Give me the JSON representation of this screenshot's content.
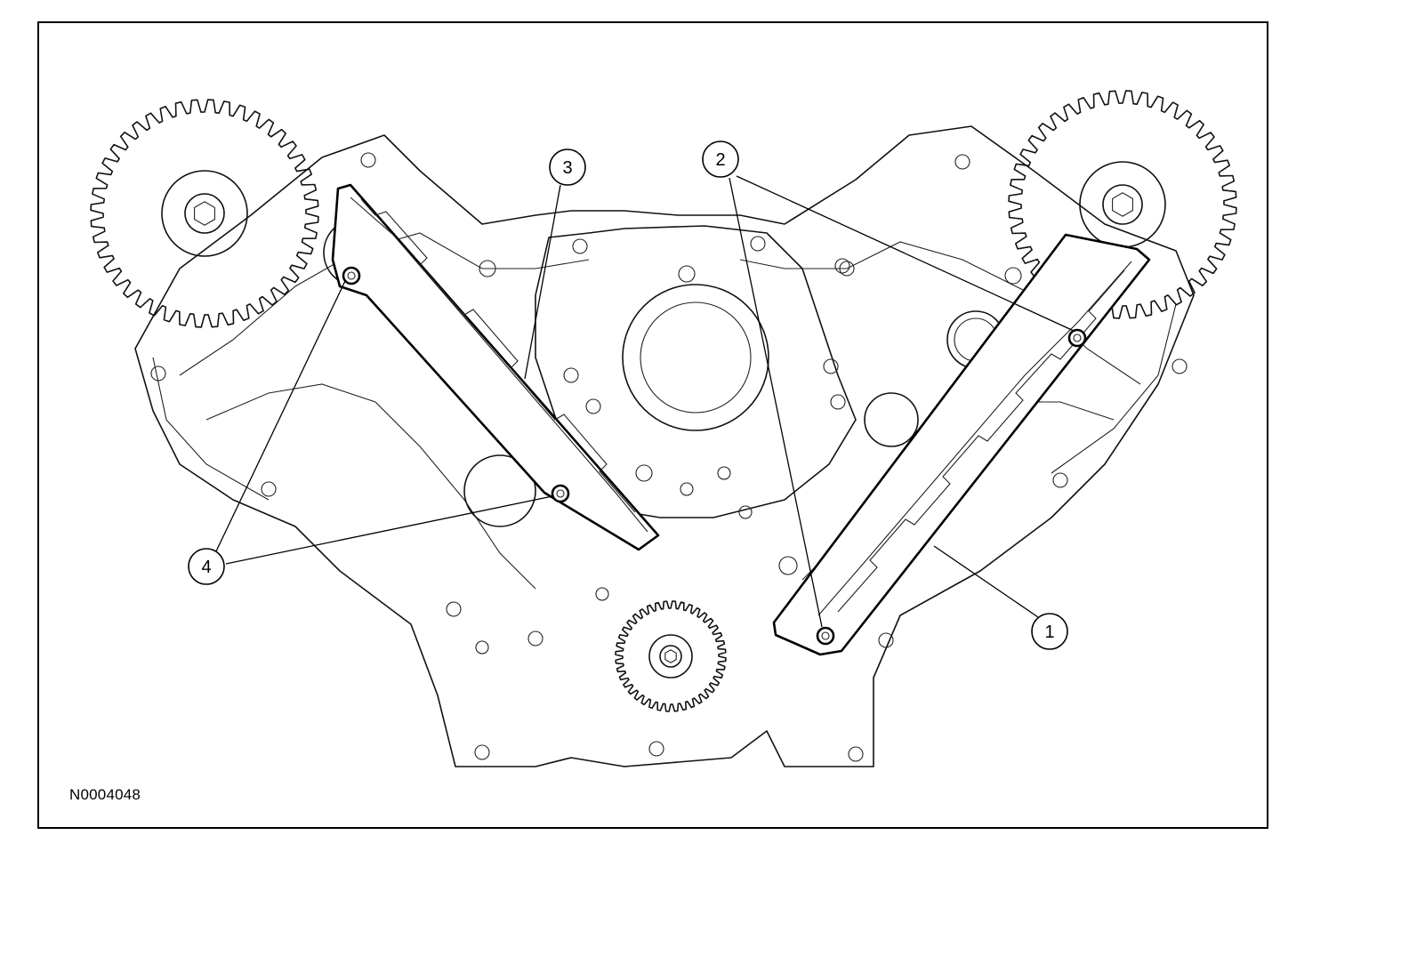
{
  "figure": {
    "id": "N0004048"
  },
  "callouts": [
    {
      "label": "1"
    },
    {
      "label": "2"
    },
    {
      "label": "3"
    },
    {
      "label": "4"
    }
  ]
}
